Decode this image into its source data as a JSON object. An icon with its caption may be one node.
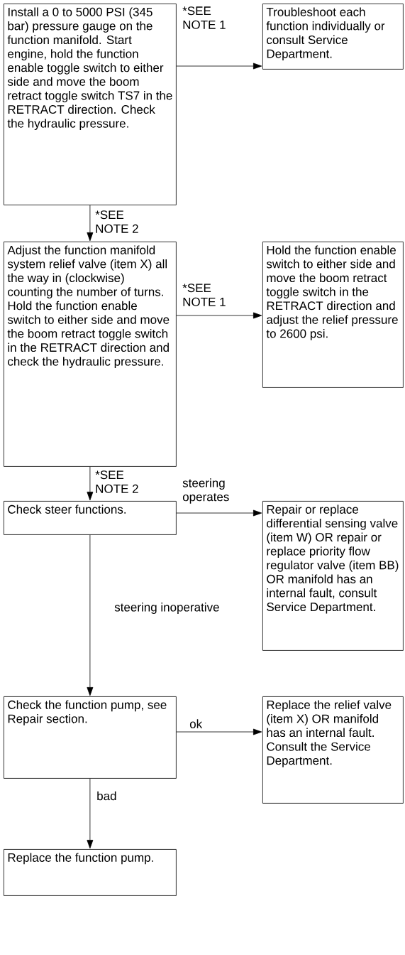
{
  "diagram": {
    "nodes": [
      {
        "text": [
          "Install a 0 to 5000 PSI (345 bar) pressure gauge on the function manifold. Start engine, hold the function enable toggle switch to either side and move the boom retract toggle switch TS7 in the RETRACT direction. Check the hydraulic pressure."
        ]
      },
      {
        "text": [
          "Troubleshoot each function individually or consult Service Department."
        ]
      },
      {
        "text": [
          "Adjust the function manifold system relief valve (item X) all the way in (clockwise) counting the number of turns. Hold the function enable switch to either side and move the boom retract toggle switch in the RETRACT direction and check the hydraulic pressure."
        ]
      },
      {
        "text": [
          "Hold the function enable switch to either side and move the boom retract toggle switch in the RETRACT direction and adjust the relief pressure to 2600 psi."
        ]
      },
      {
        "text": [
          "Check steer functions."
        ]
      },
      {
        "text": [
          "Repair or replace differential sensing valve (item W) OR repair or replace priority flow regulator valve (item BB) OR manifold has an internal fault, consult Service Department."
        ]
      },
      {
        "text": [
          "Check the function pump, see Repair section."
        ]
      },
      {
        "text": [
          "Replace the relief valve (item X) OR manifold has an internal fault. Consult the Service Department."
        ]
      },
      {
        "text": [
          "Replace the function pump."
        ]
      }
    ],
    "edges": [
      {
        "from": 0,
        "to": 1,
        "arrow": "to",
        "label": "*SEE NOTE 1"
      },
      {
        "from": 0,
        "to": 2,
        "arrow": "to",
        "label": "*SEE NOTE 2"
      },
      {
        "from": 2,
        "to": 3,
        "arrow": "to",
        "label": "*SEE NOTE 1"
      },
      {
        "from": 2,
        "to": 4,
        "arrow": "to",
        "label": "*SEE NOTE 2"
      },
      {
        "from": 4,
        "to": 5,
        "arrow": "to",
        "label": "steering operates"
      },
      {
        "from": 4,
        "to": 6,
        "arrow": "to",
        "label": "steering inoperative"
      },
      {
        "from": 6,
        "to": 7,
        "arrow": "to",
        "label": "ok"
      },
      {
        "from": 6,
        "to": 8,
        "arrow": "to",
        "label": "bad"
      }
    ]
  }
}
